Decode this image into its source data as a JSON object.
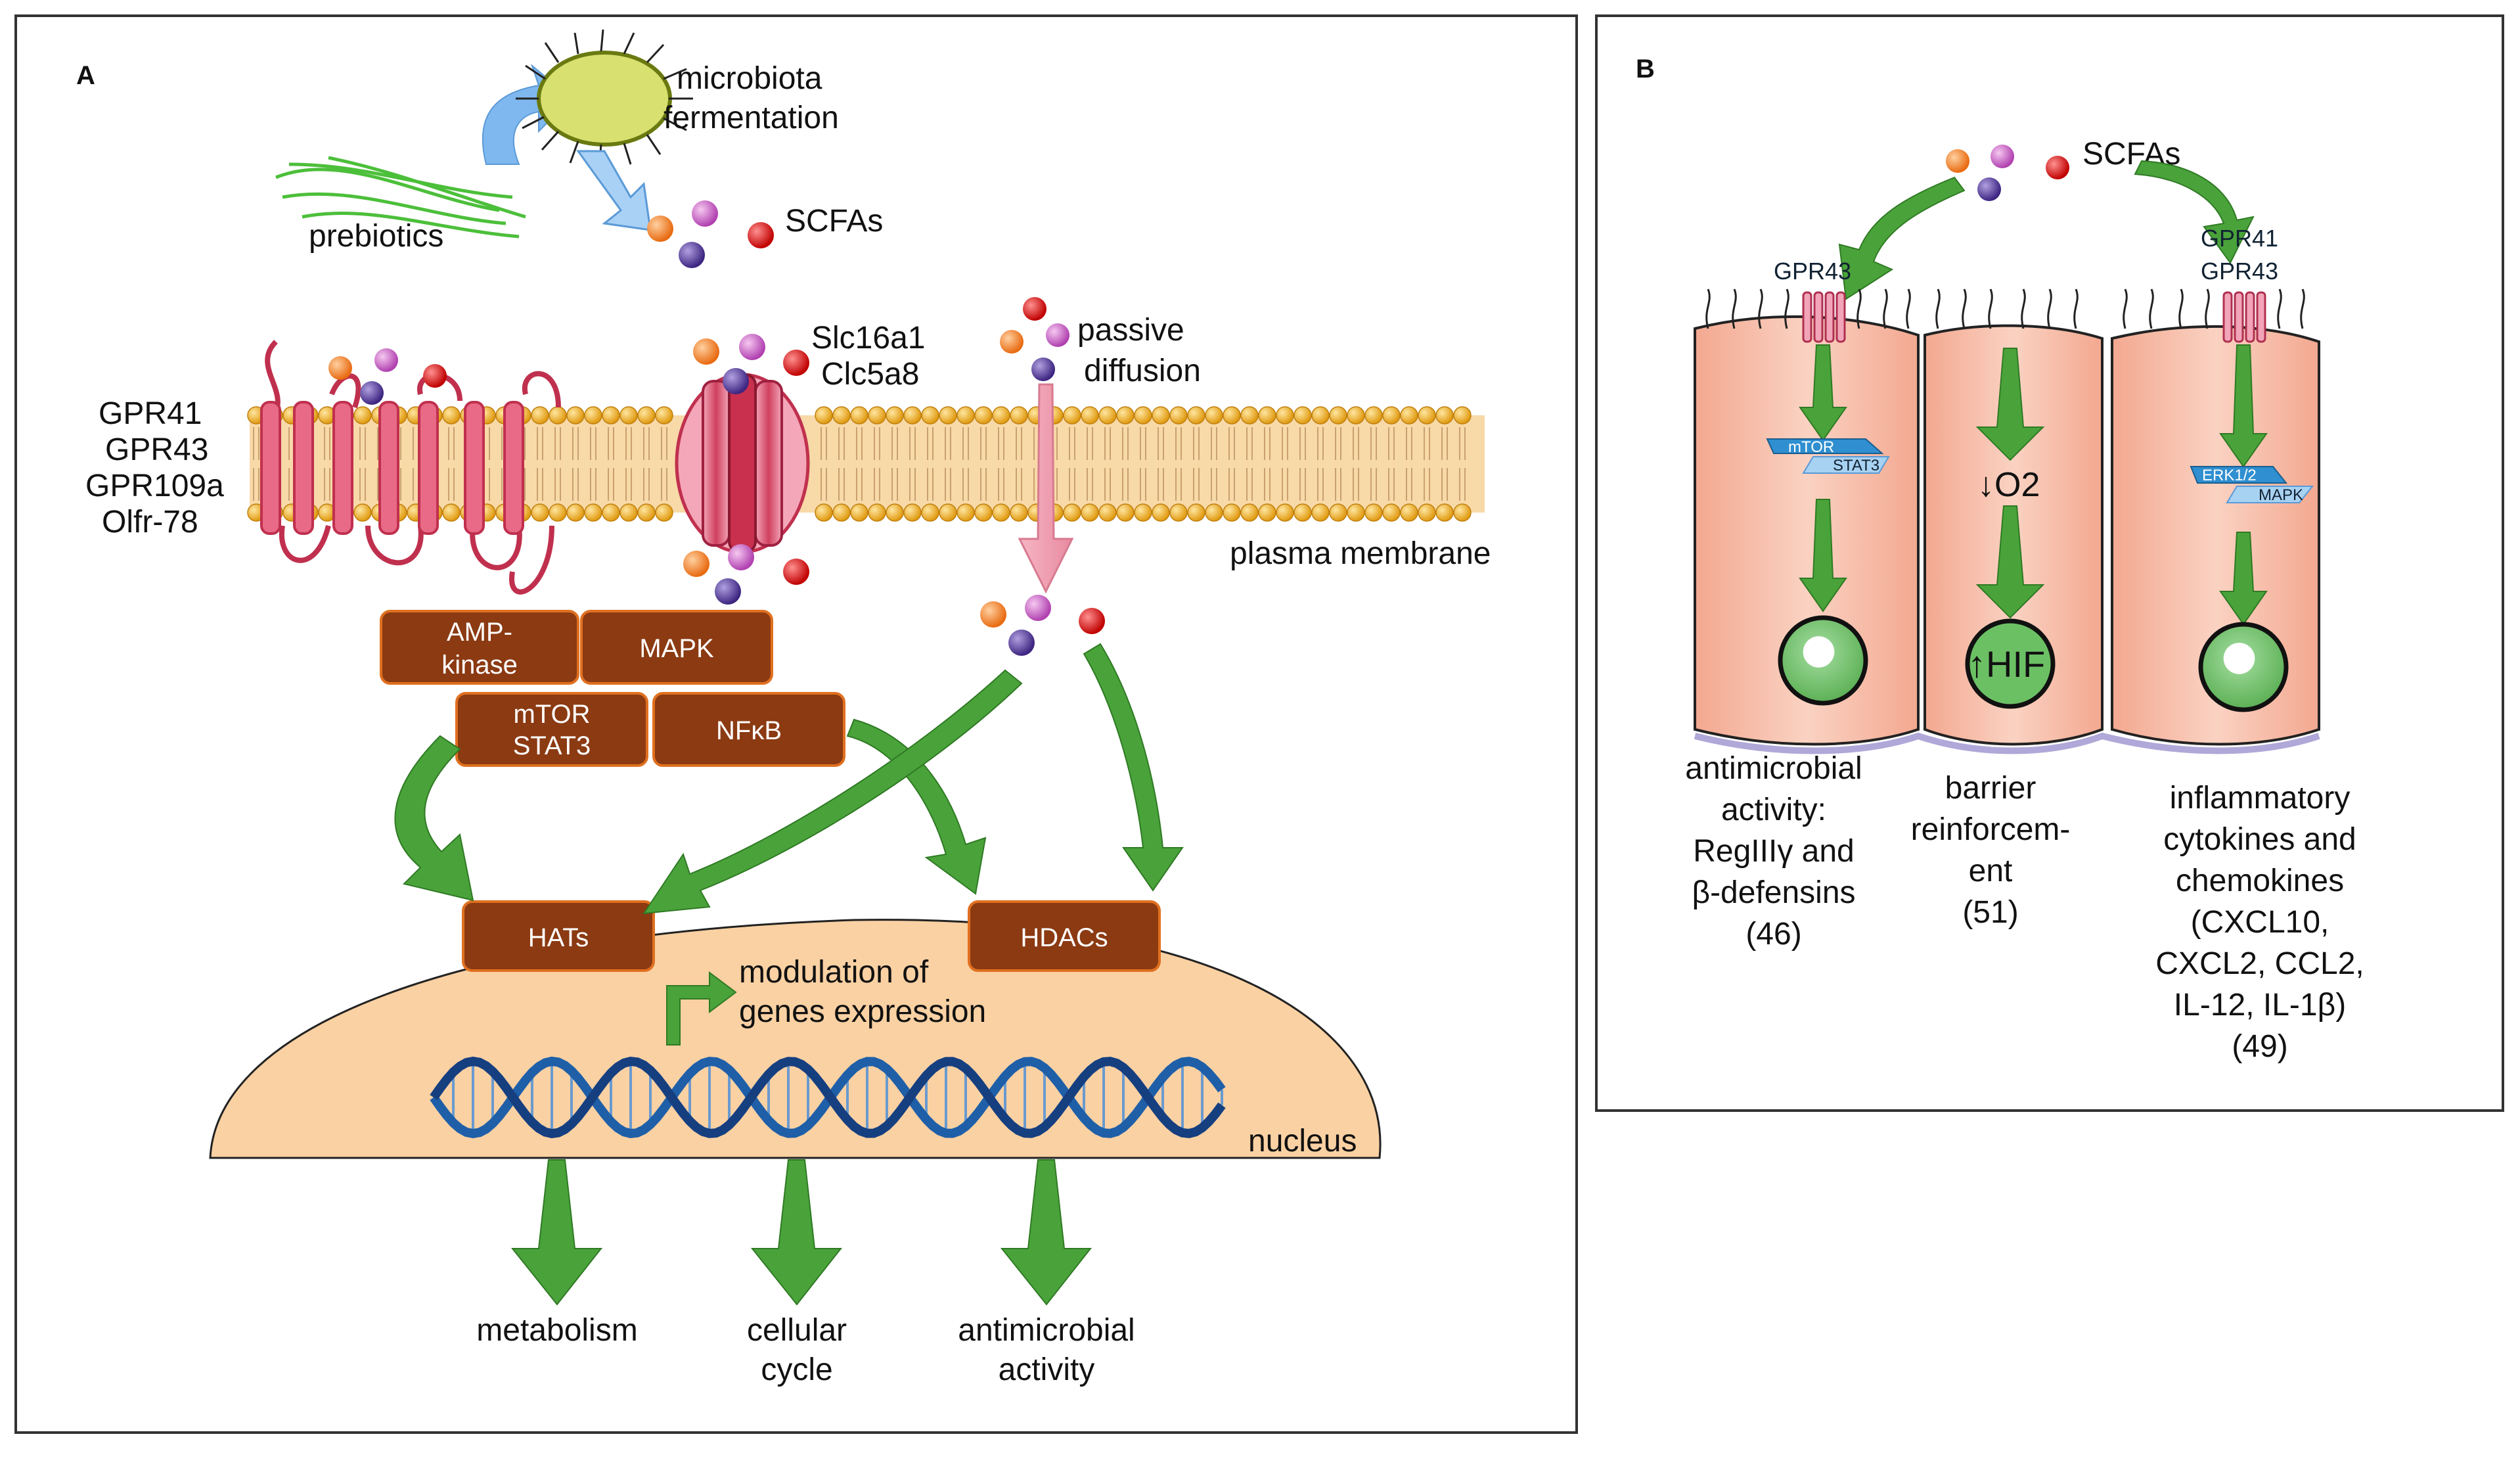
{
  "panel_a": {
    "letter": "A",
    "microbiota": [
      "microbiota",
      "fermentation"
    ],
    "prebiotics": "prebiotics",
    "scfas": "SCFAs",
    "receptors": [
      "GPR41",
      "GPR43",
      "GPR109a",
      "Olfr-78"
    ],
    "transporters": [
      "Slc16a1",
      "Clc5a8"
    ],
    "passive": [
      "passive",
      "diffusion"
    ],
    "membrane": "plasma membrane",
    "box_ampk": [
      "AMP-",
      "kinase"
    ],
    "box_mapk": "MAPK",
    "box_mtor": [
      "mTOR",
      "STAT3"
    ],
    "box_nfkb": "NFκB",
    "box_hats": "HATs",
    "box_hdacs": "HDACs",
    "modulation": [
      "modulation of",
      "genes expression"
    ],
    "nucleus": "nucleus",
    "outcomes": {
      "metabolism": "metabolism",
      "cellular_cycle": [
        "cellular",
        "cycle"
      ],
      "antimicrobial": [
        "antimicrobial",
        "activity"
      ]
    }
  },
  "panel_b": {
    "letter": "B",
    "scfas": "SCFAs",
    "receptor_left": "GPR43",
    "receptor_right": [
      "GPR41",
      "GPR43"
    ],
    "cell1_tags": [
      "mTOR",
      "STAT3"
    ],
    "cell2_o2": "↓O2",
    "cell2_hif": "↑HIF",
    "cell3_tags": [
      "ERK1/2",
      "MAPK"
    ],
    "caption1": [
      "antimicrobial",
      "activity:",
      "RegIIIγ and",
      "β-defensins",
      "(46)"
    ],
    "caption2": [
      "barrier",
      "reinforcem-",
      "ent",
      "(51)"
    ],
    "caption3": [
      "inflammatory",
      "cytokines and",
      "chemokines",
      "(CXCL10,",
      "CXCL2, CCL2,",
      "IL-12, IL-1β)",
      "(49)"
    ]
  },
  "colors": {
    "box_fill": "#8b3a12",
    "box_stroke": "#e07020",
    "arrow_green": "#4aa33a",
    "membrane_bead": "#f2b233",
    "membrane_body": "#f8d9a8",
    "nucleus": "#fad1a3",
    "dna": "#1f5fa8",
    "receptor": "#d94a6c",
    "cell_fill": "#f8c4b0",
    "sphere_orange": "#f07a1a",
    "sphere_pink": "#c060c0",
    "sphere_purple": "#5a3aa0",
    "sphere_red": "#e01010"
  }
}
